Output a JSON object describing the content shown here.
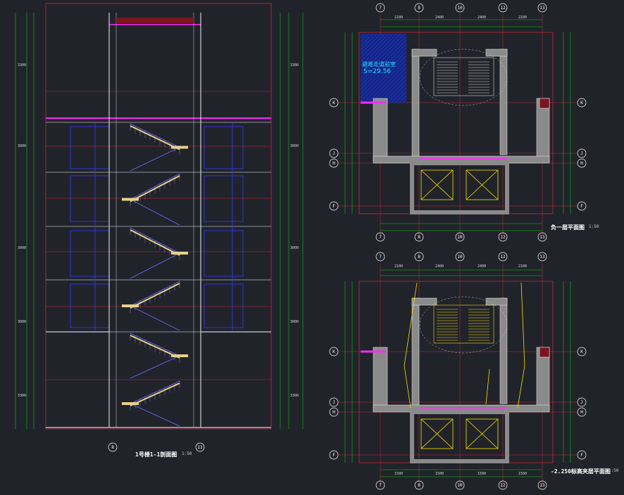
{
  "drawing": {
    "section_title": "1号楼1-1剖面图",
    "section_scale": "1:50",
    "plan_b1_title": "负一层平面图",
    "plan_b1_scale": "1:50",
    "plan_b2_title": "-2.250标高夹层平面图",
    "plan_b2_scale": "1:50",
    "shelter_area_label": "避难走道前室",
    "shelter_area_value": "S=29.56",
    "grid_labels_plan_top": [
      "7",
      "8",
      "10",
      "12",
      "13"
    ],
    "grid_labels_plan_side": [
      "K",
      "J",
      "H",
      "F"
    ],
    "grid_labels_section": [
      "8",
      "13"
    ],
    "dim_top": [
      "2100",
      "2400",
      "2400",
      "2100"
    ],
    "dim_mid": [
      "1500",
      "1500",
      "1500",
      "1500"
    ],
    "dim_side": [
      "3300",
      "3000",
      "3000",
      "3000",
      "3300"
    ],
    "colors": {
      "background": "#20232a",
      "dimension_line": "#00d000",
      "wall_fill": "#8a8a8a",
      "grid_line": "#c8283a",
      "structure": "#3a3aff",
      "stair": "#ffe000",
      "text": "#ffffff",
      "cyan": "#00e5ff",
      "magenta": "#ff28ff"
    }
  }
}
